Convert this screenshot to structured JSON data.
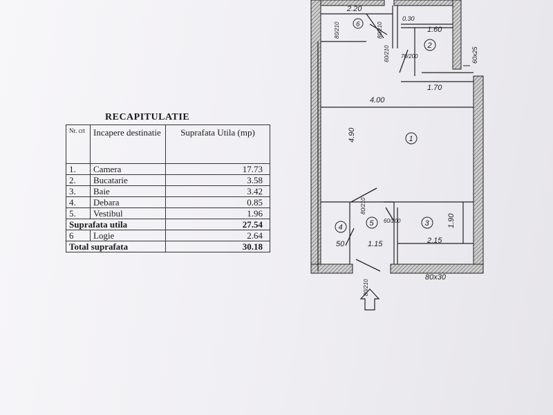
{
  "recap": {
    "title": "RECAPITULATIE",
    "headers": {
      "nr": "Nr. crt",
      "incapere": "Incapere destinatie",
      "suprafata": "Suprafata Utila (mp)"
    },
    "rows": [
      {
        "nr": "1.",
        "name": "Camera",
        "value": "17.73"
      },
      {
        "nr": "2.",
        "name": "Bucatarie",
        "value": "3.58"
      },
      {
        "nr": "3.",
        "name": "Baie",
        "value": "3.42"
      },
      {
        "nr": "4.",
        "name": "Debara",
        "value": "0.85"
      },
      {
        "nr": "5.",
        "name": "Vestibul",
        "value": "1.96"
      }
    ],
    "subtotal": {
      "label": "Suprafata utila",
      "value": "27.54"
    },
    "logie": {
      "nr": "6",
      "name": "Logie",
      "value": "2.64"
    },
    "total": {
      "label": "Total suprafata",
      "value": "30.18"
    }
  },
  "plan": {
    "dims": {
      "top_width": "2.20",
      "kitchen_top": "1.60",
      "kitchen_small": "0.30",
      "room_width": "4.00",
      "right_width": "1.70",
      "room_height": "4.90",
      "bath_width": "2.15",
      "vest_width": "1.15",
      "debara": "50",
      "bath_height": "1.90",
      "window": "80x30",
      "kitchen_side": "60x25"
    },
    "doors": {
      "d1": "80/210",
      "d2": "70/200",
      "d3": "60/200",
      "d4": "80/210",
      "d5": "60/210",
      "d6": "80/210",
      "d7": "80/210"
    },
    "rooms": {
      "r1": "1",
      "r2": "2",
      "r3": "3",
      "r4": "4",
      "r5": "5",
      "r6": "6"
    }
  }
}
